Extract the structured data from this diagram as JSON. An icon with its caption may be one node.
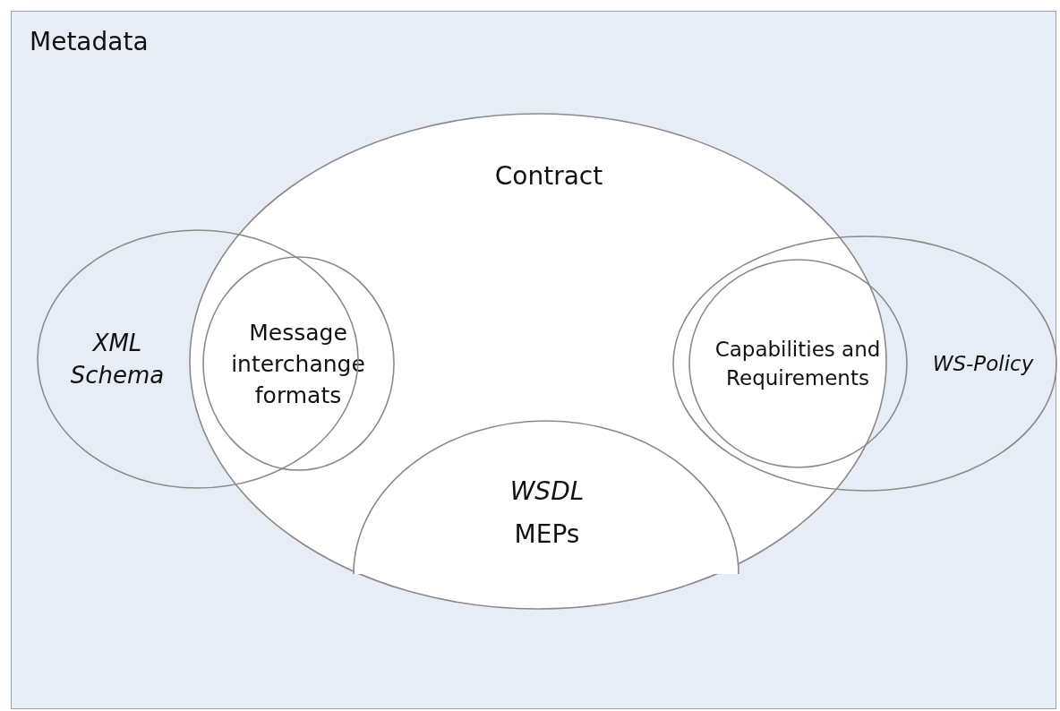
{
  "diagram": {
    "nodes": [
      {
        "text": [
          "Metadata"
        ]
      },
      {
        "text": [
          "Contract"
        ],
        "in": 0
      },
      {
        "text": [
          "XML Schema"
        ],
        "in": 0
      },
      {
        "text": [
          "Message interchange formats"
        ],
        "in": 1
      },
      {
        "text": [
          "WS-Policy"
        ],
        "in": 0
      },
      {
        "text": [
          "Capabilities and Requirements"
        ],
        "in": 4
      },
      {
        "text": [
          "WSDL",
          "MEPs"
        ],
        "in": 1
      }
    ],
    "edges": []
  }
}
